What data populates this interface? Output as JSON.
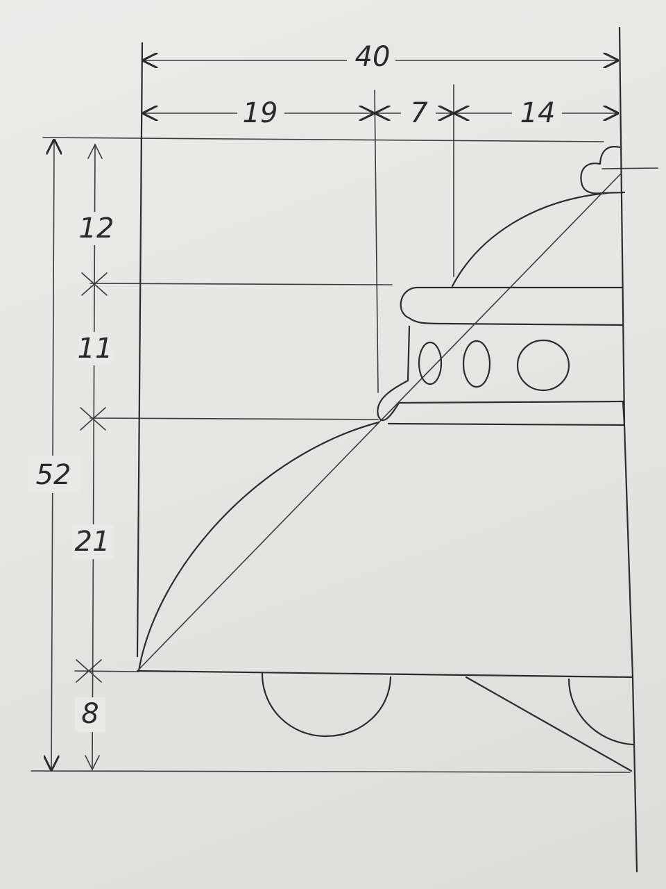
{
  "dimensions": {
    "horizontal": {
      "total": "40",
      "segments": [
        "19",
        "7",
        "14"
      ]
    },
    "vertical": {
      "total": "52",
      "segments": [
        "12",
        "11",
        "21",
        "8"
      ]
    }
  },
  "colors": {
    "paper": "#e8e8e6",
    "pencil": "#2b2b2b"
  }
}
